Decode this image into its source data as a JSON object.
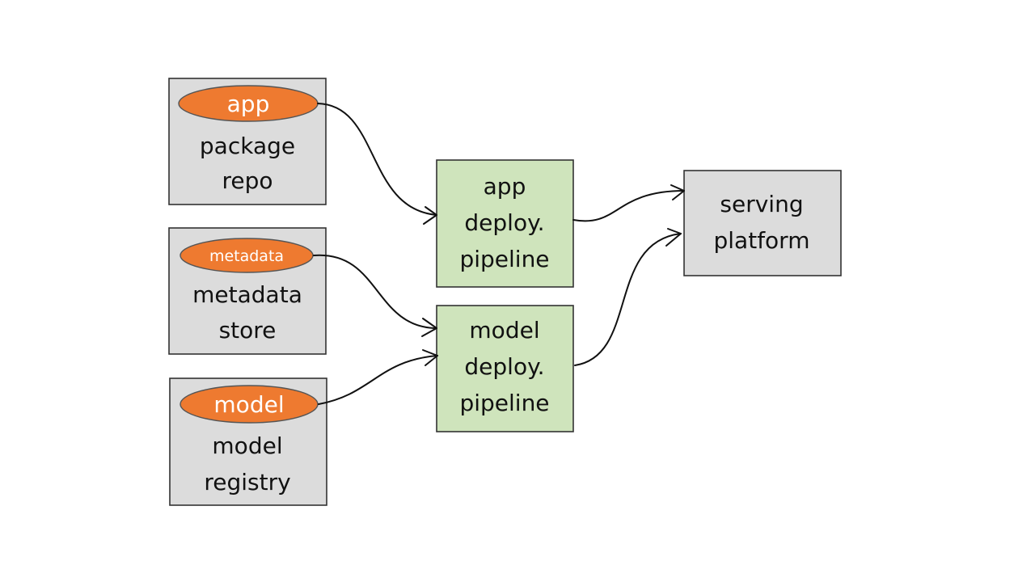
{
  "colors": {
    "source_fill": "#dcdcdc",
    "pipeline_fill": "#cfe4bc",
    "target_fill": "#dcdcdc",
    "pill_fill": "#ee7a30",
    "pill_text": "#ffffff",
    "line": "#111111"
  },
  "nodes": {
    "app_repo": {
      "pill": "app",
      "line1": "package",
      "line2": "repo"
    },
    "metadata_store": {
      "pill": "metadata",
      "line1": "metadata",
      "line2": "store"
    },
    "model_registry": {
      "pill": "model",
      "line1": "model",
      "line2": "registry"
    },
    "app_pipeline": {
      "line1": "app",
      "line2": "deploy.",
      "line3": "pipeline"
    },
    "model_pipeline": {
      "line1": "model",
      "line2": "deploy.",
      "line3": "pipeline"
    },
    "serving_platform": {
      "line1": "serving",
      "line2": "platform"
    }
  },
  "edges": [
    {
      "from": "app_repo",
      "to": "app_pipeline"
    },
    {
      "from": "metadata_store",
      "to": "model_pipeline"
    },
    {
      "from": "model_registry",
      "to": "model_pipeline"
    },
    {
      "from": "app_pipeline",
      "to": "serving_platform"
    },
    {
      "from": "model_pipeline",
      "to": "serving_platform"
    }
  ]
}
